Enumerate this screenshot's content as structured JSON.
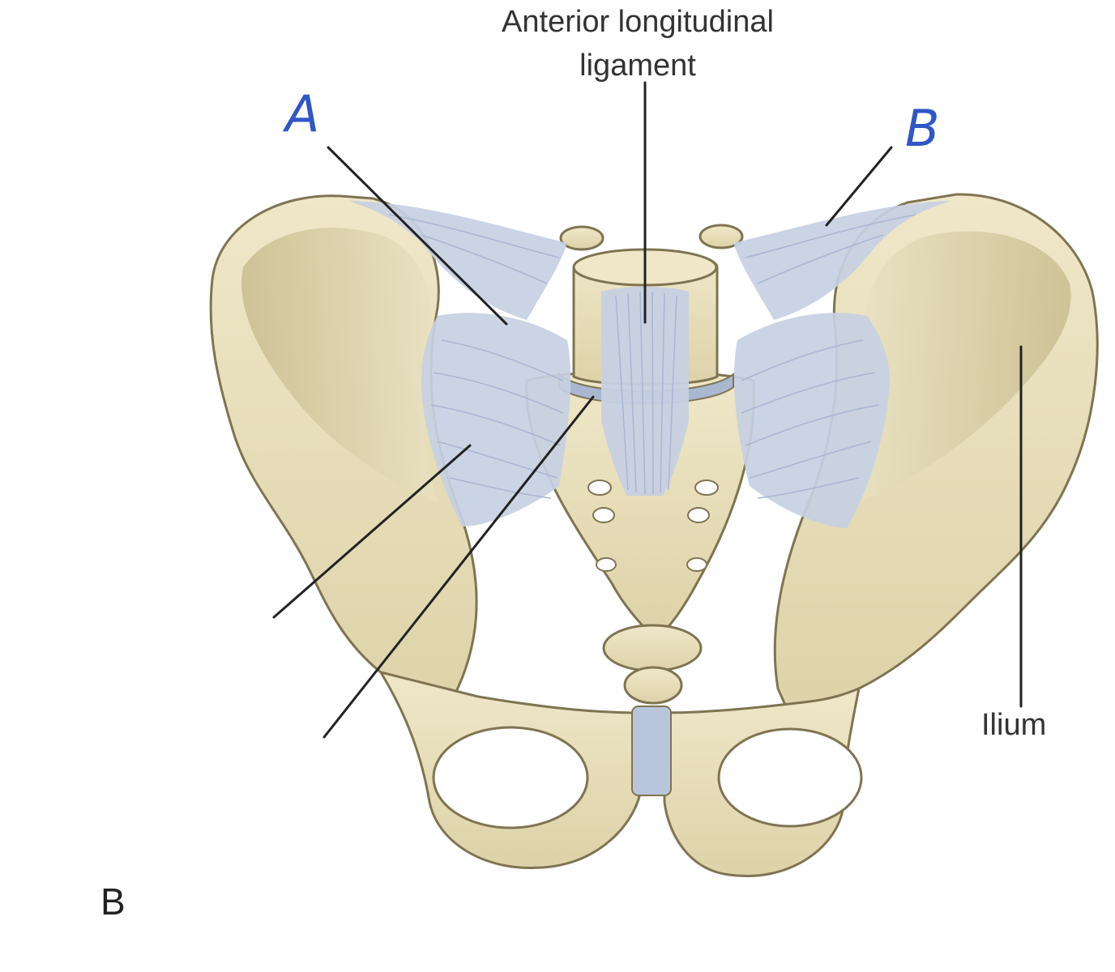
{
  "labels": {
    "anterior_longitudinal_line1": "Anterior longitudinal",
    "anterior_longitudinal_line2": "ligament",
    "ilium": "Ilium",
    "panel": "B",
    "handwritten_a": "A",
    "handwritten_b": "B"
  },
  "colors": {
    "bone": "#e8dfbd",
    "bone_shadow": "#c9bd8f",
    "bone_outline": "#7f7452",
    "ligament": "#c7d0e3",
    "ligament_fiber": "#aab7d2",
    "leader_line": "#222222",
    "handwriting": "#2f56c6"
  }
}
